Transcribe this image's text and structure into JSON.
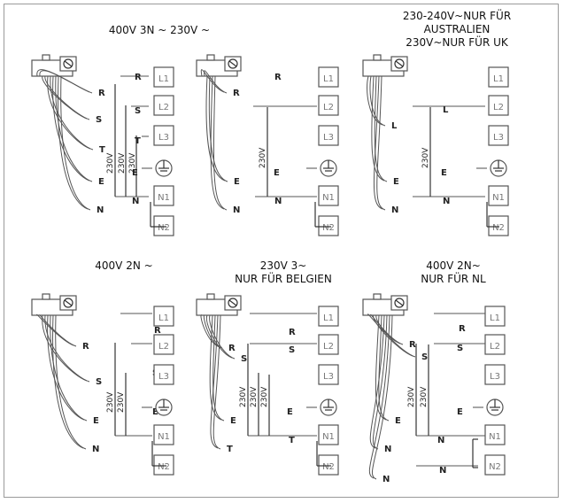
{
  "panels": [
    {
      "title": [
        "400V 3N ~ 230V ~"
      ],
      "left_labels": [
        "R",
        "S",
        "T",
        "E",
        "N"
      ],
      "right_labels": [
        "R",
        "S",
        "T",
        "E",
        "N"
      ],
      "volt_labels": [
        "230V",
        "230V",
        "230V"
      ]
    },
    {
      "title": [],
      "left_labels": [
        "R",
        "E",
        "N"
      ],
      "right_labels": [
        "R",
        "E",
        "N"
      ],
      "volt_labels": [
        "230V"
      ]
    },
    {
      "title": [
        "230-240V~NUR FÜR",
        "AUSTRALIEN",
        "230V~NUR FÜR UK"
      ],
      "left_labels": [
        "L",
        "E",
        "N"
      ],
      "right_labels": [
        "L",
        "E",
        "N"
      ],
      "volt_labels": [
        "230V"
      ]
    },
    {
      "title": [
        "400V 2N ~"
      ],
      "left_labels": [
        "R",
        "S",
        "E",
        "N"
      ],
      "right_labels": [
        "R",
        "S",
        "E",
        "N"
      ],
      "volt_labels": [
        "230V",
        "230V"
      ]
    },
    {
      "title": [
        "230V 3~",
        "NUR FÜR BELGIEN"
      ],
      "left_labels": [
        "R",
        "S",
        "E",
        "T"
      ],
      "right_labels": [
        "R",
        "S",
        "E",
        "T"
      ],
      "volt_labels": [
        "230V",
        "230V",
        "230V"
      ]
    },
    {
      "title": [
        "400V 2N~",
        "NUR FÜR NL"
      ],
      "left_labels": [
        "R",
        "S",
        "E",
        "N",
        "N"
      ],
      "right_labels": [
        "R",
        "S",
        "E",
        "N",
        "N"
      ],
      "volt_labels": [
        "230V",
        "230V"
      ]
    }
  ],
  "terminals": [
    "L1",
    "L2",
    "L3",
    "N1",
    "N2"
  ]
}
